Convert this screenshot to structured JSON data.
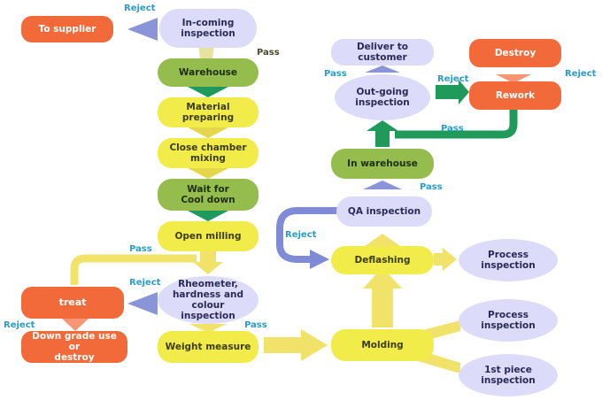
{
  "colors": {
    "process_yellow": "#f1ec4a",
    "process_green": "#94bd4e",
    "action_orange": "#f26a3a",
    "inspection_lavender": "#dcdcfa",
    "label_blue": "#2a9cc9",
    "arrow_yellow": "#f1e36a",
    "arrow_green": "#1f9a5a",
    "arrow_blue": "#7f8bd6"
  },
  "nodes": {
    "to_supplier": "To supplier",
    "incoming_inspection": "In-coming\ninspection",
    "warehouse": "Warehouse",
    "material_preparing": "Material\npreparing",
    "close_chamber_mixing": "Close chamber\nmixing",
    "wait_cool_down": "Wait for\nCool down",
    "open_milling": "Open milling",
    "rheometer": "Rheometer,\nhardness and\ncolour inspection",
    "treat": "treat",
    "downgrade": "Down grade use or\ndestroy",
    "weight_measure": "Weight measure",
    "molding": "Molding",
    "process_inspection_1": "Process\ninspection",
    "process_inspection_2": "Process\ninspection",
    "first_piece_inspection": "1st piece\ninspection",
    "deflashing": "Deflashing",
    "qa_inspection": "QA inspection",
    "in_warehouse": "In warehouse",
    "outgoing_inspection": "Out-going\ninspection",
    "deliver_to_customer": "Deliver to customer",
    "rework": "Rework",
    "destroy": "Destroy"
  },
  "labels": {
    "reject_incoming": "Reject",
    "pass_incoming": "Pass",
    "pass_milling": "Pass",
    "reject_rheometer": "Reject",
    "reject_treat": "Reject",
    "pass_weight": "Pass",
    "reject_qa": "Reject",
    "pass_qa": "Pass",
    "pass_outgoing": "Pass",
    "reject_outgoing": "Reject",
    "reject_rework": "Reject",
    "pass_rework": "Pass"
  }
}
